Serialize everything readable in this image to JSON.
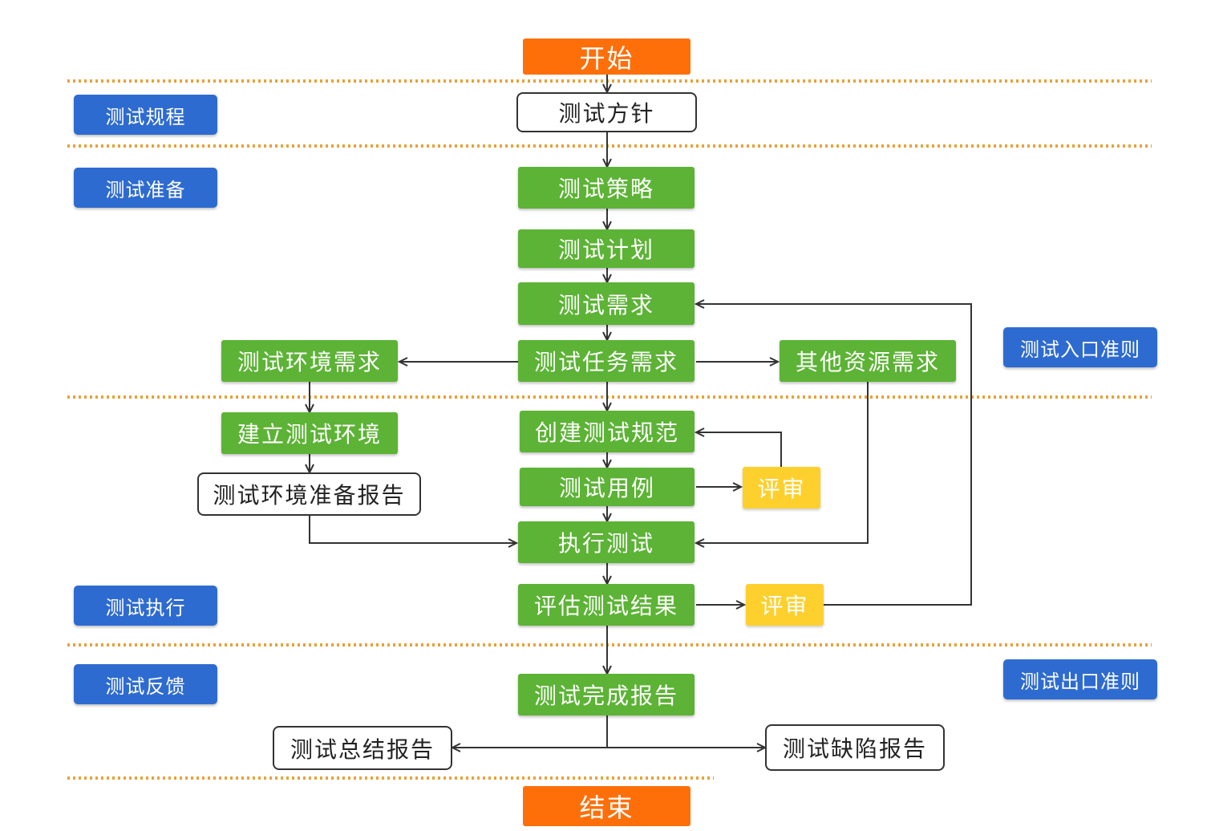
{
  "nodes": {
    "start": "开始",
    "test_policy": "测试方针",
    "test_strategy": "测试策略",
    "test_plan": "测试计划",
    "test_requirements": "测试需求",
    "task_requirements": "测试任务需求",
    "env_requirements": "测试环境需求",
    "other_resources": "其他资源需求",
    "build_env": "建立测试环境",
    "create_spec": "创建测试规范",
    "env_report": "测试环境准备报告",
    "test_cases": "测试用例",
    "review_1": "评审",
    "execute": "执行测试",
    "evaluate": "评估测试结果",
    "review_2": "评审",
    "completion_report": "测试完成报告",
    "summary_report": "测试总结报告",
    "defect_report": "测试缺陷报告",
    "end": "结束"
  },
  "phases": {
    "procedure": "测试规程",
    "preparation": "测试准备",
    "execution": "测试执行",
    "feedback": "测试反馈"
  },
  "criteria": {
    "entry": "测试入口准则",
    "exit": "测试出口准则"
  },
  "colors": {
    "start_end": "#fe6f0a",
    "process": "#5cb335",
    "review": "#fdd02e",
    "phase_label": "#2e6bd0",
    "separator": "#e8a23a"
  }
}
